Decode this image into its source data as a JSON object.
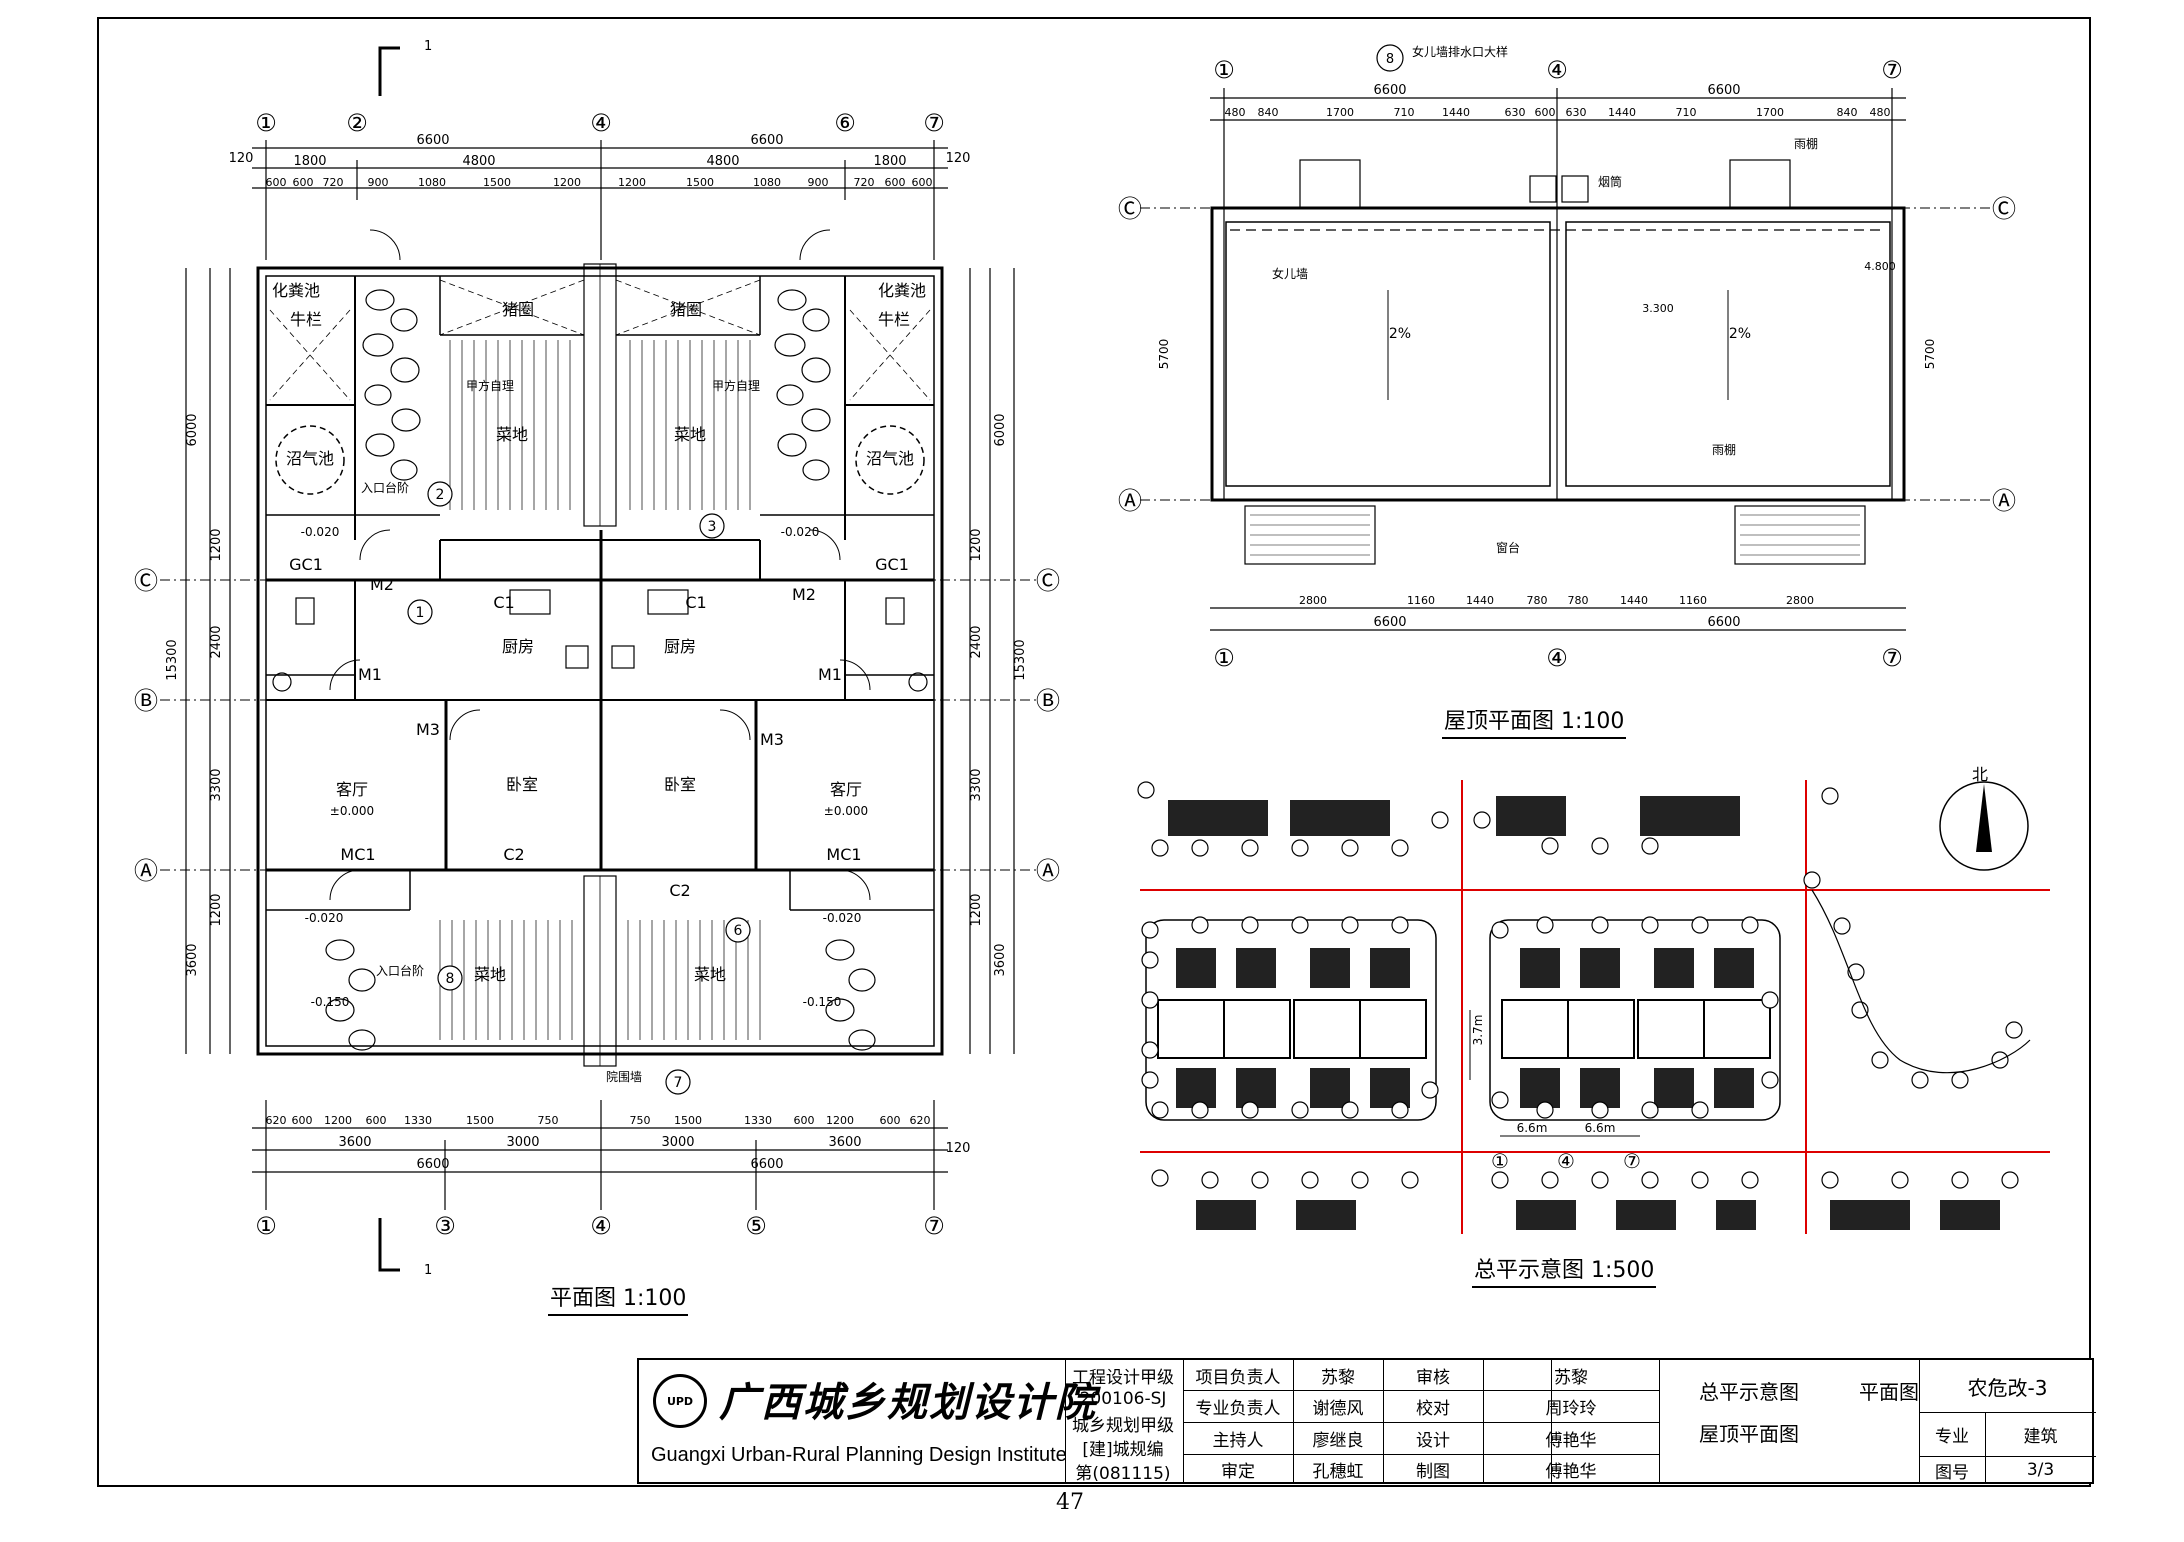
{
  "plan": {
    "title": "平面图 1:100",
    "axes_top": [
      "①",
      "②",
      "④",
      "⑥",
      "⑦"
    ],
    "axes_bottom": [
      "①",
      "③",
      "④",
      "⑤",
      "⑦"
    ],
    "axes_side": [
      "Ⓒ",
      "Ⓑ",
      "Ⓐ"
    ],
    "section_mark": "1",
    "dims_top_total": [
      "6600",
      "6600"
    ],
    "dims_top_mid": [
      "1800",
      "4800",
      "4800",
      "1800"
    ],
    "dims_top_detail": [
      "600",
      "600",
      "720",
      "900",
      "1080",
      "1500",
      "1200",
      "1200",
      "1500",
      "1080",
      "900",
      "720",
      "600",
      "600"
    ],
    "dims_bottom_detail": [
      "620",
      "600",
      "1200",
      "600",
      "1330",
      "1500",
      "750",
      "750",
      "1500",
      "1330",
      "600",
      "1200",
      "600",
      "620"
    ],
    "dims_bottom_mid": [
      "3600",
      "3000",
      "3000",
      "3600"
    ],
    "dims_bottom_total": [
      "6600",
      "6600"
    ],
    "dims_left_total": [
      "6000",
      "15300",
      "3600"
    ],
    "dims_left_mid": [
      "1200",
      "2400",
      "3300",
      "1200"
    ],
    "dims_120": "120",
    "rooms": {
      "septic": "化粪池",
      "cattle": "牛栏",
      "pig": "猪圈",
      "biogas": "沼气池",
      "veg": "菜地",
      "kitchen": "厨房",
      "bedroom": "卧室",
      "living": "客厅",
      "self_mgmt": "甲方自理",
      "entry_steps": "入口台阶",
      "toilet_mark": "GC1",
      "c1": "C1",
      "c2": "C2",
      "m1": "M1",
      "m2": "M2",
      "m3": "M3",
      "mc1": "MC1",
      "elev_0": "±0.000",
      "elev_m020": "-0.020",
      "elev_m150": "-0.150",
      "detail_2": "2",
      "detail_3": "3",
      "detail_1": "1",
      "detail_6": "6",
      "detail_7": "7",
      "detail_8": "8",
      "bottom_label": "院围墙"
    }
  },
  "roof": {
    "title": "屋顶平面图 1:100",
    "axes_top": [
      "①",
      "④",
      "⑦"
    ],
    "axes_side": [
      "Ⓒ",
      "Ⓐ"
    ],
    "dims_top_total": [
      "6600",
      "6600"
    ],
    "dims_top_detail": [
      "480",
      "840",
      "1700",
      "710",
      "1440",
      "630",
      "600",
      "630",
      "1440",
      "710",
      "1700",
      "840",
      "480"
    ],
    "dims_bottom_detail": [
      "2800",
      "1160",
      "1440",
      "780",
      "780",
      "1440",
      "1160",
      "2800"
    ],
    "dims_bottom_total": [
      "6600",
      "6600"
    ],
    "side_dims": [
      "5700",
      "5700"
    ],
    "labels": {
      "parapet_detail": "女儿墙排水口大样",
      "chimney": "烟筒",
      "canopy": "雨棚",
      "parapet": "女儿墙",
      "slope": "2%",
      "elev": "3.300",
      "elev2": "4.800",
      "window_sill": "窗台"
    }
  },
  "site": {
    "title": "总平示意图 1:500",
    "north": "北",
    "dim_a": "6.6m",
    "dim_b": "6.6m",
    "dim_c": "3.7m",
    "axes": [
      "①",
      "④",
      "⑦"
    ]
  },
  "title_block": {
    "org_cn": "广西城乡规划设计院",
    "org_en": "Guangxi Urban-Rural Planning Design Institute",
    "qual": [
      "工程设计甲级",
      "200106-SJ",
      "城乡规划甲级",
      "[建]城规编",
      "第(081115)"
    ],
    "roles": [
      "项目负责人",
      "专业负责人",
      "主持人",
      "审定"
    ],
    "names": [
      "苏黎",
      "谢德风",
      "廖继良",
      "孔穗虹"
    ],
    "roles2": [
      "审核",
      "校对",
      "设计",
      "制图"
    ],
    "names2": [
      "苏黎",
      "周玲玲",
      "傅艳华",
      "傅艳华"
    ],
    "drawing_titles": [
      "总平示意图",
      "平面图",
      "屋顶平面图"
    ],
    "drawing_no": "农危改-3",
    "discipline_label": "专业",
    "discipline": "建筑",
    "sheet_label": "图号",
    "sheet": "3/3"
  },
  "page_number": "47"
}
